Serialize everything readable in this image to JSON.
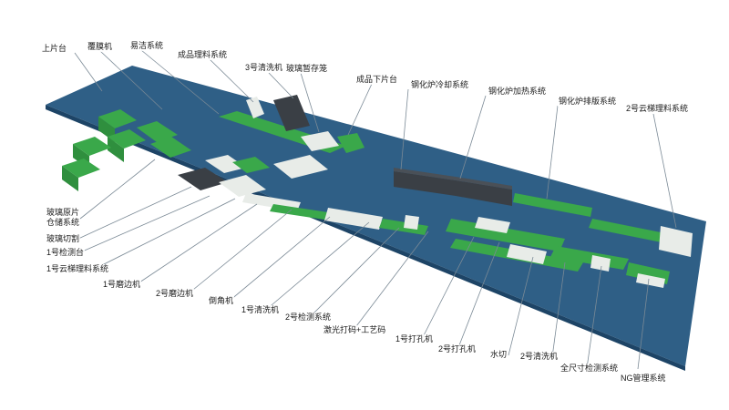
{
  "colors": {
    "floor": "#2f5f86",
    "floor_edge": "#1d4466",
    "equipment_green": "#3aa84a",
    "equipment_dark": "#3a3f45",
    "equipment_white": "#e8ece8",
    "leader_line": "#7b8a96"
  },
  "labels": {
    "shangpiantai": "上片台",
    "fumoji": "覆膜机",
    "yijie": "易洁系统",
    "chengpin_lilao": "成品理料系统",
    "qingxi3": "3号清洗机",
    "zancunlong": "玻璃暂存笼",
    "chengpin_xiapian": "成品下片台",
    "gangua_lengque": "钢化炉冷却系统",
    "gangua_jiare": "钢化炉加热系统",
    "gangua_paiban": "钢化炉排版系统",
    "yunti2": "2号云梯理料系统",
    "yuanpian_line1": "玻璃原片",
    "yuanpian_line2": "仓储系统",
    "qiege": "玻璃切割",
    "jiance1": "1号检测台",
    "yunti1": "1号云梯理料系统",
    "mobian1": "1号磨边机",
    "mobian2": "2号磨边机",
    "daojiao": "倒角机",
    "qingxi1": "1号清洗机",
    "jiance2": "2号检测系统",
    "jiguang": "激光打码+工艺码",
    "dakong1": "1号打孔机",
    "dakong2": "2号打孔机",
    "shuiqie": "水切",
    "qingxi2": "2号清洗机",
    "quanchicun": "全尺寸检测系统",
    "ng": "NG管理系统"
  }
}
